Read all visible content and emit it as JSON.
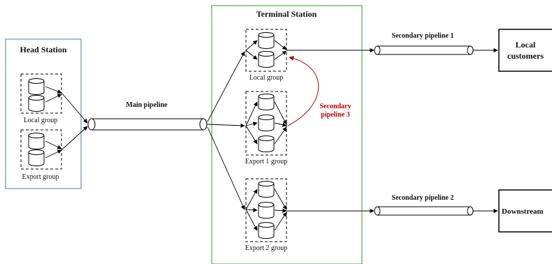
{
  "head_station": {
    "title": "Head Station",
    "groups": [
      {
        "label": "Local group",
        "tanks": 2
      },
      {
        "label": "Export group",
        "tanks": 2
      }
    ]
  },
  "terminal_station": {
    "title": "Terminal Station",
    "groups": [
      {
        "label": "Local group",
        "tanks": 2
      },
      {
        "label": "Export 1 group",
        "tanks": 3
      },
      {
        "label": "Export 2 group",
        "tanks": 3
      }
    ]
  },
  "pipelines": {
    "main": "Main pipeline",
    "secondary_1": "Secondary pipeline 1",
    "secondary_2": "Secondary pipeline 2",
    "secondary_3_line1": "Secondary",
    "secondary_3_line2": "pipeline 3"
  },
  "destinations": {
    "local_line1": "Local",
    "local_line2": "customers",
    "downstream": "Downstream"
  },
  "colors": {
    "head_border": "#6b8fc4",
    "terminal_border": "#4caf50",
    "secondary3": "#c00000",
    "line": "#000000"
  }
}
